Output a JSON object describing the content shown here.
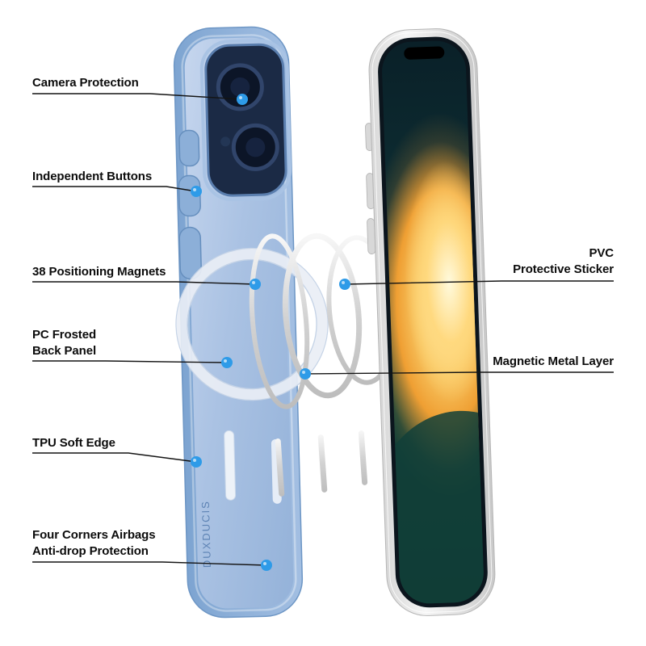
{
  "scene": {
    "brand_text": "DUXDUCIS",
    "colors": {
      "case_blue": "#8fb2da",
      "accent_dot": "#2e9be8",
      "metal_silver": "#d9d9d9",
      "line_black": "#141414"
    }
  },
  "callouts": {
    "camera": {
      "lines": [
        "Camera Protection"
      ]
    },
    "buttons": {
      "lines": [
        "Independent Buttons"
      ]
    },
    "magnets": {
      "lines": [
        "38 Positioning Magnets"
      ]
    },
    "panel": {
      "lines": [
        "PC Frosted",
        "Back Panel"
      ]
    },
    "edge": {
      "lines": [
        "TPU Soft Edge"
      ]
    },
    "airbags": {
      "lines": [
        "Four Corners Airbags",
        "Anti-drop Protection"
      ]
    },
    "pvc": {
      "lines": [
        "PVC",
        "Protective Sticker"
      ]
    },
    "metal": {
      "lines": [
        "Magnetic Metal Layer"
      ]
    }
  }
}
